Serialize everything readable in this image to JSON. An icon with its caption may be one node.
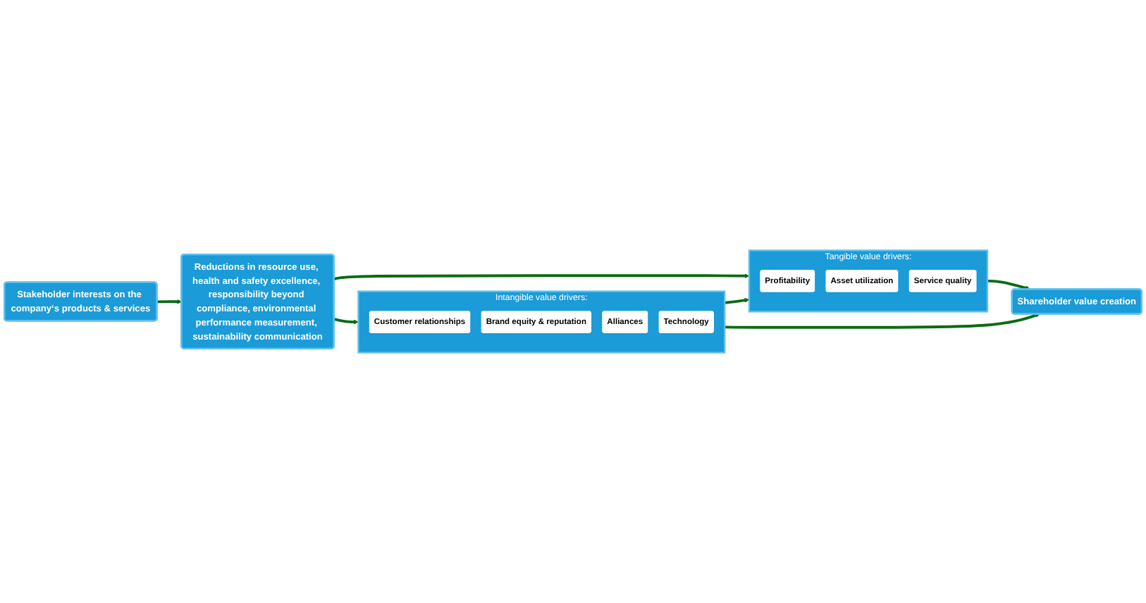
{
  "diagram": {
    "nodes": [
      {
        "text": [
          "Reductions in resource use, health and safety excellence, responsibility beyond compliance, environmental performance measurement, sustainability communication"
        ]
      },
      {
        "text": [
          "Stakeholder interests on the company‘s products & services"
        ]
      },
      {
        "text": [
          "Tangible value drivers:"
        ]
      },
      {
        "text": [
          "Profitability"
        ],
        "in": 2
      },
      {
        "text": [
          "Asset utilization"
        ],
        "in": 2
      },
      {
        "text": [
          "Service quality"
        ],
        "in": 2
      },
      {
        "text": [
          "Intangible value drivers:"
        ]
      },
      {
        "text": [
          "Customer relationships"
        ],
        "in": 6
      },
      {
        "text": [
          "Brand equity & reputation"
        ],
        "in": 6
      },
      {
        "text": [
          "Alliances"
        ],
        "in": 6
      },
      {
        "text": [
          "Technology"
        ],
        "in": 6
      },
      {
        "text": [
          "Shareholder value creation"
        ]
      }
    ],
    "edges": [
      {
        "from": 1,
        "to": 0,
        "arrow": "to"
      },
      {
        "from": 0,
        "to": 2,
        "arrow": "to"
      },
      {
        "from": 0,
        "to": 6,
        "arrow": "to"
      },
      {
        "from": 6,
        "to": 2,
        "arrow": "to"
      },
      {
        "from": 2,
        "to": 11,
        "arrow": "to"
      },
      {
        "from": 6,
        "to": 11,
        "arrow": "to"
      }
    ]
  }
}
